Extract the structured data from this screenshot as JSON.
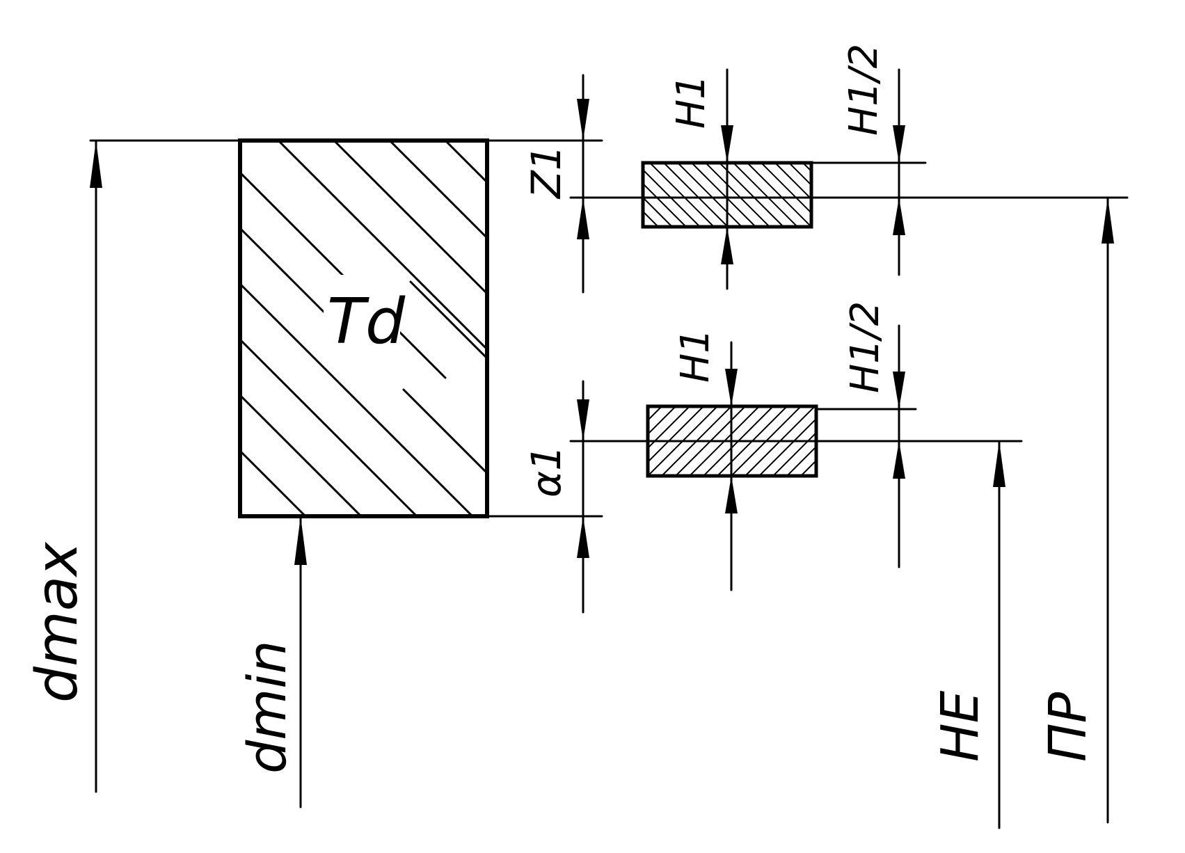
{
  "labels": {
    "d_max": "dmax",
    "d_min": "dmin",
    "td": "Td",
    "z1": "Z1",
    "alpha1": "α1",
    "h1_upper": "H1",
    "h1_half_upper": "H1/2",
    "h1_lower": "H1",
    "h1_half_lower": "H1/2",
    "ne": "НЕ",
    "pr": "ПР"
  },
  "colors": {
    "ink": "#000000",
    "paper": "#ffffff"
  }
}
